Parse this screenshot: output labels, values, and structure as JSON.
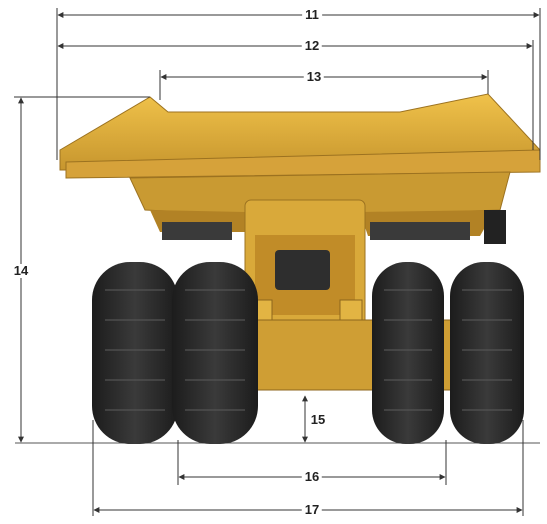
{
  "dimensions": {
    "overall_width_canopy": "11",
    "outside_body_width": "12",
    "inside_body_width": "13",
    "overall_height": "14",
    "ground_clearance": "15",
    "rear_tire_inner_width": "16",
    "rear_tire_outer_width": "17"
  },
  "colors": {
    "body_yellow": "#e6b43a",
    "body_shadow": "#b8862a",
    "tire": "#2a2a2a",
    "dimension_line": "#333333"
  }
}
